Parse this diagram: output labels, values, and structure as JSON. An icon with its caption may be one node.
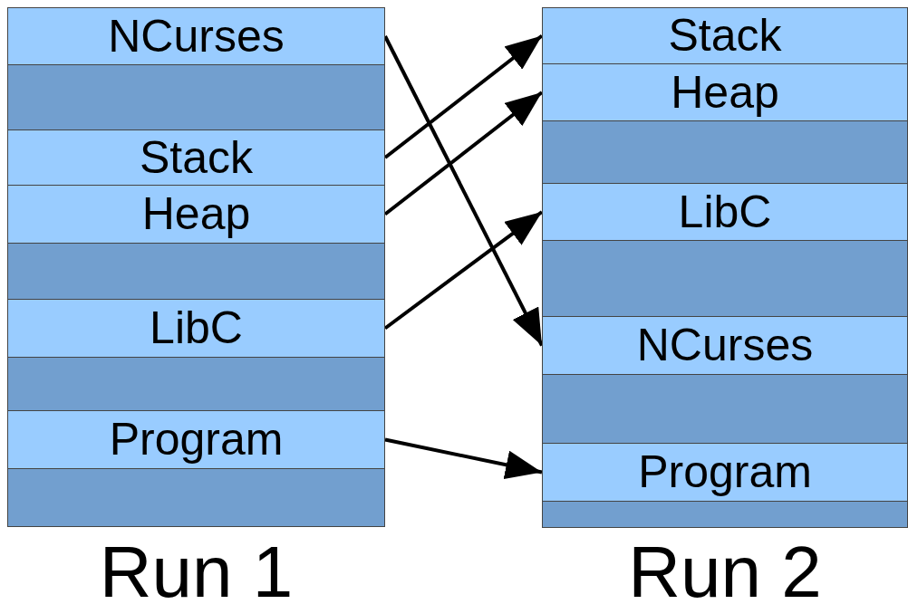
{
  "diagram": {
    "nodes": [
      {
        "text": [
          "NCurses"
        ]
      },
      {
        "text": [],
        "shape": "bar"
      },
      {
        "text": [
          "Stack"
        ]
      },
      {
        "text": [
          "Heap"
        ]
      },
      {
        "text": [],
        "shape": "bar"
      },
      {
        "text": [
          "LibC"
        ]
      },
      {
        "text": [],
        "shape": "bar"
      },
      {
        "text": [
          "Program"
        ]
      },
      {
        "text": [],
        "shape": "bar"
      },
      {
        "text": [
          "Stack"
        ]
      },
      {
        "text": [
          "Heap"
        ]
      },
      {
        "text": [],
        "shape": "bar"
      },
      {
        "text": [
          "LibC"
        ]
      },
      {
        "text": [],
        "shape": "bar"
      },
      {
        "text": [
          "NCurses"
        ]
      },
      {
        "text": [],
        "shape": "bar"
      },
      {
        "text": [
          "Program"
        ]
      },
      {
        "text": [],
        "shape": "bar"
      }
    ],
    "edges": [
      {
        "from": 0,
        "to": 14,
        "arrow": "to"
      },
      {
        "from": 2,
        "to": 9,
        "arrow": "to"
      },
      {
        "from": 3,
        "to": 10,
        "arrow": "to"
      },
      {
        "from": 5,
        "to": 12,
        "arrow": "to"
      },
      {
        "from": 7,
        "to": 16,
        "arrow": "to"
      }
    ],
    "labels": [
      "Run 1",
      "Run 2"
    ]
  }
}
